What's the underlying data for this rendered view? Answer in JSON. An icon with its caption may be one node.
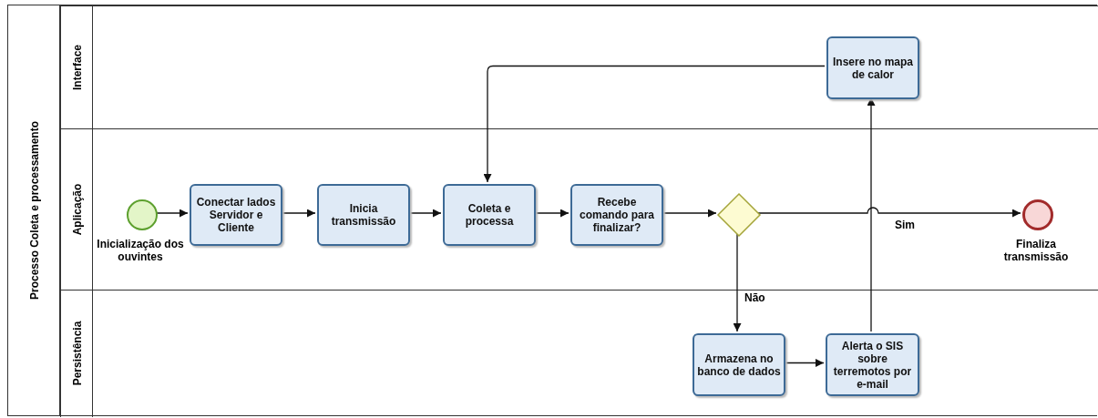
{
  "diagram": {
    "nodes": [
      {
        "text": [
          "Processo Coleta e processamento"
        ]
      },
      {
        "text": [
          "Interface"
        ],
        "in": 0
      },
      {
        "text": [
          "Aplicação"
        ],
        "in": 0
      },
      {
        "text": [
          "Persistência"
        ],
        "in": 0
      },
      {
        "text": [],
        "shape": "circle",
        "in": 2,
        "beside": [
          "Inicialização dos  ouvintes"
        ]
      },
      {
        "text": [
          "Conectar lados Servidor e Cliente"
        ],
        "in": 2
      },
      {
        "text": [
          "Inicia transmissão"
        ],
        "in": 2
      },
      {
        "text": [
          "Coleta e processa"
        ],
        "in": 2
      },
      {
        "text": [
          "Recebe comando para finalizar?"
        ],
        "in": 2
      },
      {
        "text": [],
        "shape": "diamond",
        "in": 2
      },
      {
        "text": [],
        "shape": "circle",
        "in": 2,
        "beside": [
          "Finaliza transmissão"
        ]
      },
      {
        "text": [
          "Insere no mapa de calor"
        ],
        "in": 1
      },
      {
        "text": [
          "Armazena no banco de dados"
        ],
        "in": 3
      },
      {
        "text": [
          "Alerta o SIS sobre terremotos por e-mail"
        ],
        "in": 3
      }
    ],
    "edges": [
      {
        "from": 4,
        "to": 5,
        "arrow": "to"
      },
      {
        "from": 5,
        "to": 6,
        "arrow": "to"
      },
      {
        "from": 6,
        "to": 7,
        "arrow": "to"
      },
      {
        "from": 7,
        "to": 8,
        "arrow": "to"
      },
      {
        "from": 8,
        "to": 9,
        "arrow": "to"
      },
      {
        "from": 9,
        "to": 10,
        "arrow": "to",
        "label": "Sim"
      },
      {
        "from": 9,
        "to": 12,
        "arrow": "to",
        "label": "Não"
      },
      {
        "from": 12,
        "to": 13,
        "arrow": "to"
      },
      {
        "from": 13,
        "to": 11,
        "arrow": "to"
      },
      {
        "from": 11,
        "to": 7,
        "arrow": "to"
      }
    ]
  }
}
